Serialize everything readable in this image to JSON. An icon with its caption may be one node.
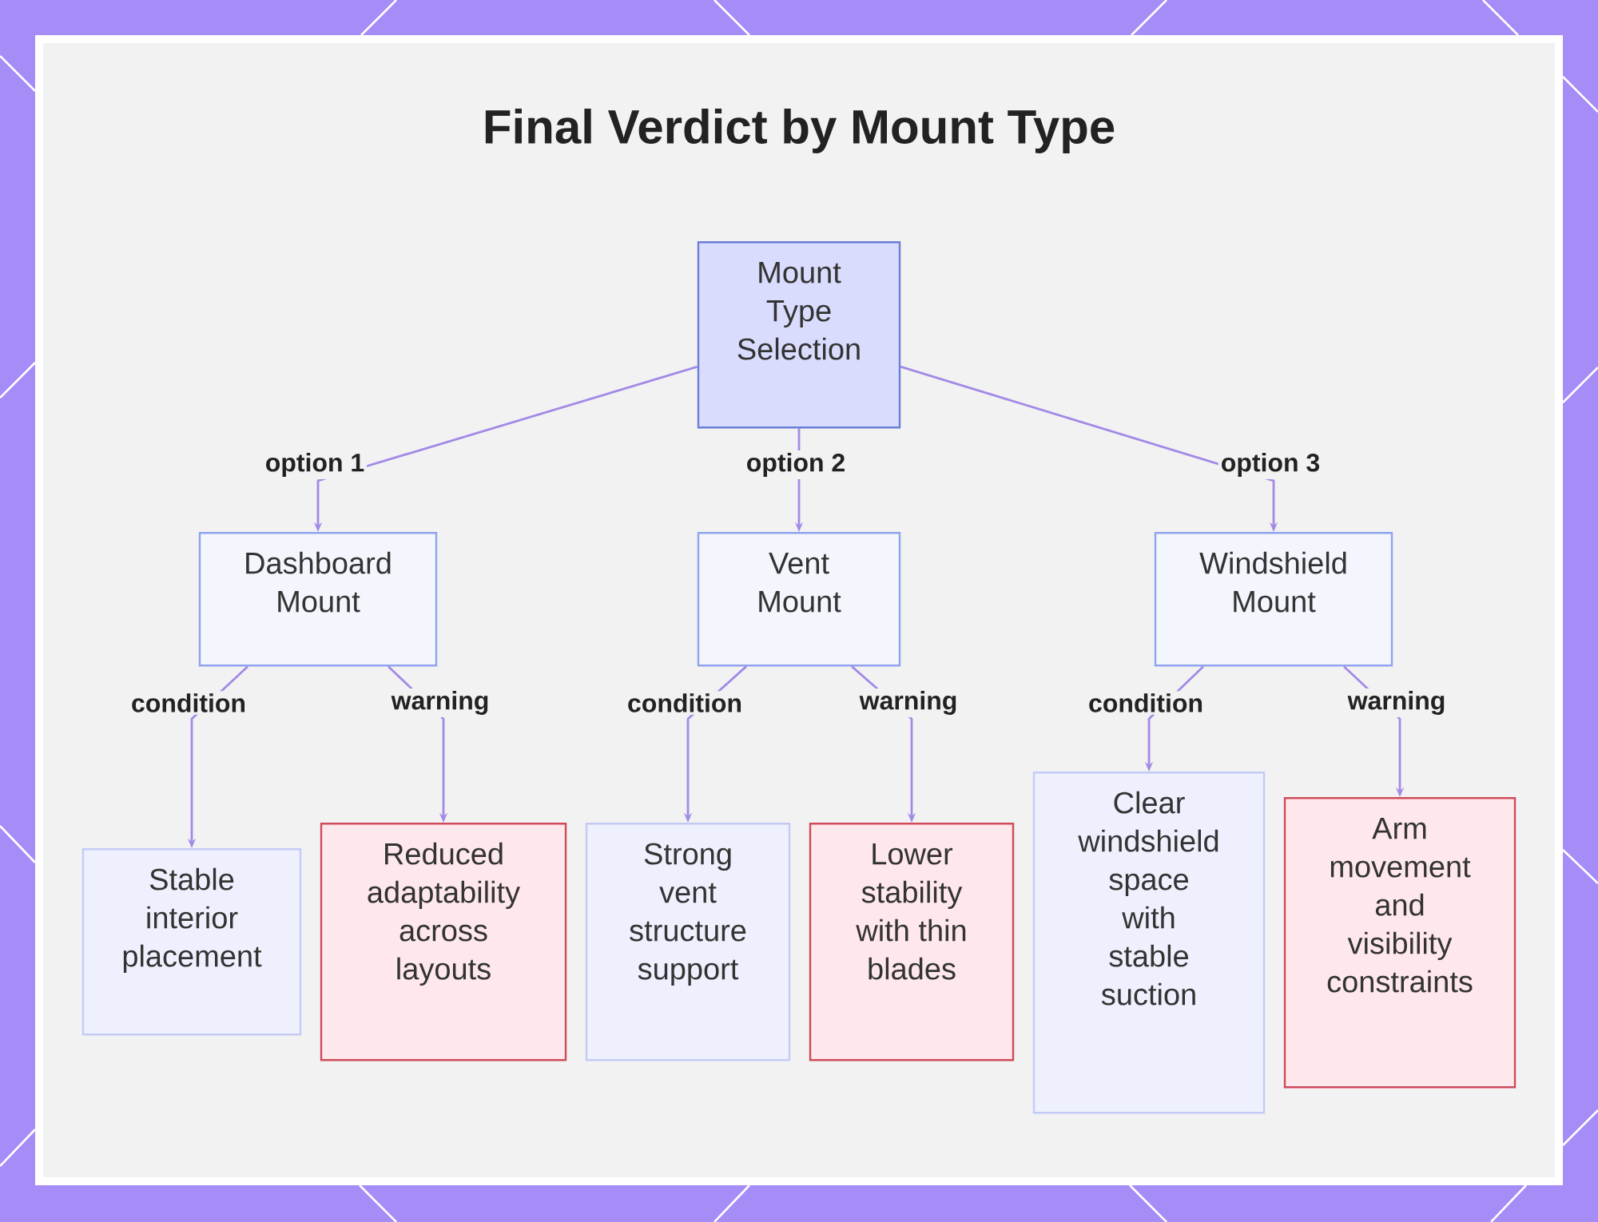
{
  "diagram": {
    "title": "Final Verdict by Mount Type",
    "nodes": [
      {
        "text": [
          "Mount Type Selection"
        ]
      },
      {
        "text": [
          "Dashboard Mount"
        ]
      },
      {
        "text": [
          "Vent Mount"
        ]
      },
      {
        "text": [
          "Windshield Mount"
        ]
      },
      {
        "text": [
          "Stable interior placement"
        ]
      },
      {
        "text": [
          "Reduced adaptability across layouts"
        ]
      },
      {
        "text": [
          "Strong vent structure support"
        ]
      },
      {
        "text": [
          "Lower stability with thin blades"
        ]
      },
      {
        "text": [
          "Clear windshield space with stable suction"
        ]
      },
      {
        "text": [
          "Arm movement and visibility constraints"
        ]
      }
    ],
    "edges": [
      {
        "from": 0,
        "to": 1,
        "arrow": "to",
        "label": "option 1"
      },
      {
        "from": 0,
        "to": 2,
        "arrow": "to",
        "label": "option 2"
      },
      {
        "from": 0,
        "to": 3,
        "arrow": "to",
        "label": "option 3"
      },
      {
        "from": 1,
        "to": 4,
        "arrow": "to",
        "label": "condition"
      },
      {
        "from": 1,
        "to": 5,
        "arrow": "to",
        "label": "warning"
      },
      {
        "from": 2,
        "to": 6,
        "arrow": "to",
        "label": "condition"
      },
      {
        "from": 2,
        "to": 7,
        "arrow": "to",
        "label": "warning"
      },
      {
        "from": 3,
        "to": 8,
        "arrow": "to",
        "label": "condition"
      },
      {
        "from": 3,
        "to": 9,
        "arrow": "to",
        "label": "warning"
      }
    ]
  }
}
